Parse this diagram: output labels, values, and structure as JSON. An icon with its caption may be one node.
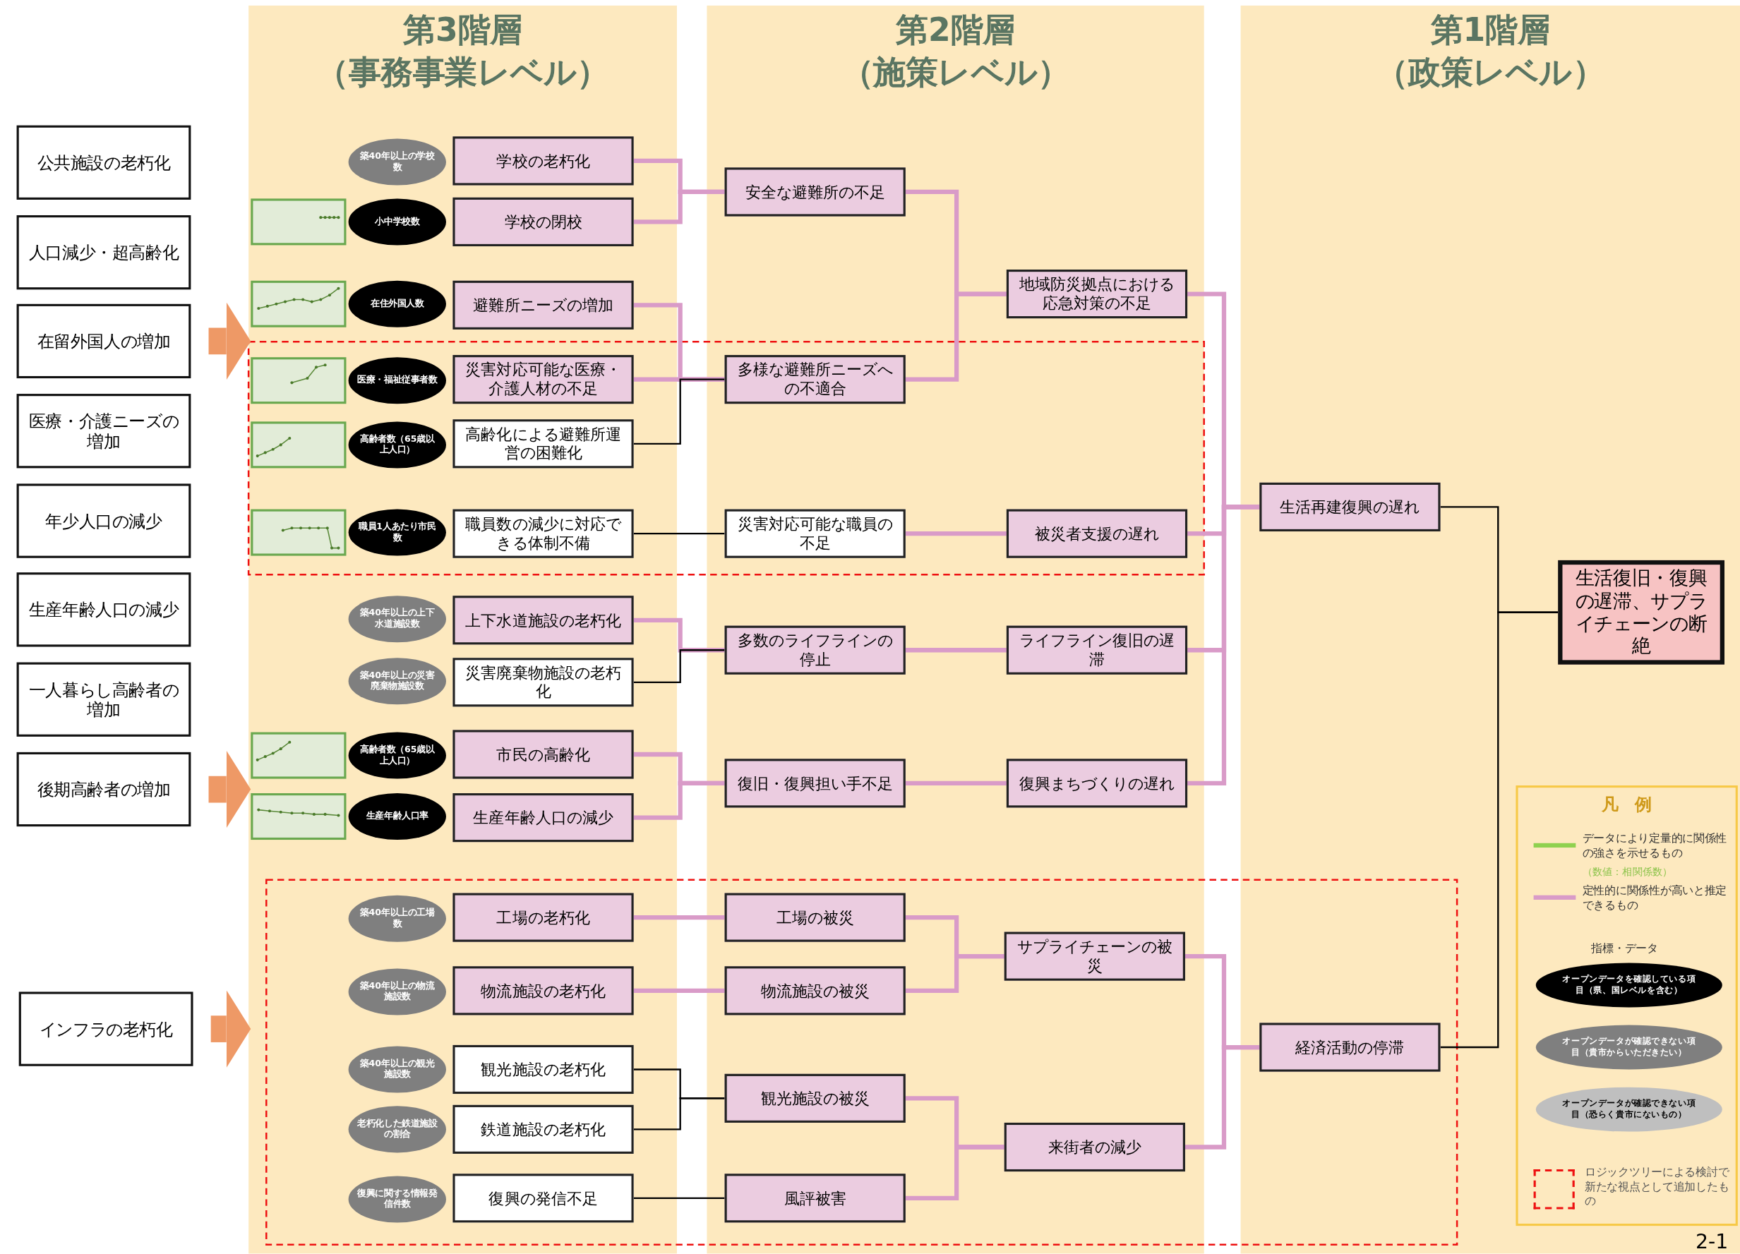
{
  "diagram": {
    "nodes": [
      {
        "text": [
          "第3階層",
          "（事務事業レベル）"
        ]
      },
      {
        "text": [
          "第2階層",
          "（施策レベル）"
        ]
      },
      {
        "text": [
          "第1階層",
          "（政策レベル）"
        ]
      },
      {
        "text": [
          "公共施設の老朽化"
        ]
      },
      {
        "text": [
          "人口減少・超高齢化"
        ]
      },
      {
        "text": [
          "在留外国人の増加"
        ]
      },
      {
        "text": [
          "医療・介護ニーズの増加"
        ]
      },
      {
        "text": [
          "年少人口の減少"
        ]
      },
      {
        "text": [
          "生産年齢人口の減少"
        ]
      },
      {
        "text": [
          "一人暮らし高齢者の増加"
        ]
      },
      {
        "text": [
          "後期高齢者の増加"
        ]
      },
      {
        "text": [
          "インフラの老朽化"
        ]
      },
      {
        "text": [
          "築40年以上の学校数"
        ],
        "in": 0
      },
      {
        "text": [
          "小中学校数"
        ],
        "in": 0
      },
      {
        "text": [
          "在住外国人数"
        ],
        "in": 0
      },
      {
        "text": [
          "医療・福祉従事者数"
        ],
        "in": 0
      },
      {
        "text": [
          "高齢者数（65歳以上人口）"
        ],
        "in": 0
      },
      {
        "text": [
          "職員1人あたり市民数"
        ],
        "in": 0
      },
      {
        "text": [
          "築40年以上の上下水道施設数"
        ],
        "in": 0
      },
      {
        "text": [
          "築40年以上の災害廃棄物施設数"
        ],
        "in": 0
      },
      {
        "text": [
          "高齢者数（65歳以上人口）"
        ],
        "in": 0
      },
      {
        "text": [
          "生産年齢人口率"
        ],
        "in": 0
      },
      {
        "text": [
          "築40年以上の工場数"
        ],
        "in": 0
      },
      {
        "text": [
          "築40年以上の物流施設数"
        ],
        "in": 0
      },
      {
        "text": [
          "築40年以上の観光施設数"
        ],
        "in": 0
      },
      {
        "text": [
          "老朽化した鉄道施設の割合"
        ],
        "in": 0
      },
      {
        "text": [
          "復興に関する情報発信件数"
        ],
        "in": 0
      },
      {
        "text": [
          "学校の老朽化"
        ],
        "in": 0
      },
      {
        "text": [
          "学校の閉校"
        ],
        "in": 0
      },
      {
        "text": [
          "避難所ニーズの増加"
        ],
        "in": 0
      },
      {
        "text": [
          "災害対応可能な医療・介護人材の不足"
        ],
        "in": 0
      },
      {
        "text": [
          "高齢化による避難所運営の困難化"
        ],
        "in": 0
      },
      {
        "text": [
          "職員数の減少に対応できる体制不備"
        ],
        "in": 0
      },
      {
        "text": [
          "上下水道施設の老朽化"
        ],
        "in": 0
      },
      {
        "text": [
          "災害廃棄物施設の老朽化"
        ],
        "in": 0
      },
      {
        "text": [
          "市民の高齢化"
        ],
        "in": 0
      },
      {
        "text": [
          "生産年齢人口の減少"
        ],
        "in": 0
      },
      {
        "text": [
          "工場の老朽化"
        ],
        "in": 0
      },
      {
        "text": [
          "物流施設の老朽化"
        ],
        "in": 0
      },
      {
        "text": [
          "観光施設の老朽化"
        ],
        "in": 0
      },
      {
        "text": [
          "鉄道施設の老朽化"
        ],
        "in": 0
      },
      {
        "text": [
          "復興の発信不足"
        ],
        "in": 0
      },
      {
        "text": [
          "安全な避難所の不足"
        ],
        "in": 1
      },
      {
        "text": [
          "多様な避難所ニーズへの不適合"
        ],
        "in": 1
      },
      {
        "text": [
          "災害対応可能な職員の不足"
        ],
        "in": 1
      },
      {
        "text": [
          "多数のライフラインの停止"
        ],
        "in": 1
      },
      {
        "text": [
          "復旧・復興担い手不足"
        ],
        "in": 1
      },
      {
        "text": [
          "工場の被災"
        ],
        "in": 1
      },
      {
        "text": [
          "物流施設の被災"
        ],
        "in": 1
      },
      {
        "text": [
          "観光施設の被災"
        ],
        "in": 1
      },
      {
        "text": [
          "風評被害"
        ],
        "in": 1
      },
      {
        "text": [
          "地域防災拠点における応急対策の不足"
        ],
        "in": 1
      },
      {
        "text": [
          "被災者支援の遅れ"
        ],
        "in": 1
      },
      {
        "text": [
          "ライフライン復旧の遅滞"
        ],
        "in": 1
      },
      {
        "text": [
          "復興まちづくりの遅れ"
        ],
        "in": 1
      },
      {
        "text": [
          "サプライチェーンの被災"
        ],
        "in": 1
      },
      {
        "text": [
          "来街者の減少"
        ],
        "in": 1
      },
      {
        "text": [
          "生活再建復興の遅れ"
        ],
        "in": 2
      },
      {
        "text": [
          "経済活動の停滞"
        ],
        "in": 2
      },
      {
        "text": [
          "生活復旧・復興の遅滞、サプライチェーンの断絶"
        ],
        "in": 2
      }
    ],
    "edges": [
      {
        "from": 5,
        "to": 0,
        "arrow": "to",
        "style": "thick",
        "color": "#ee9966"
      },
      {
        "from": 10,
        "to": 0,
        "arrow": "to",
        "style": "thick",
        "color": "#ee9966"
      },
      {
        "from": 11,
        "to": 0,
        "arrow": "to",
        "style": "thick",
        "color": "#ee9966"
      },
      {
        "from": 27,
        "to": 42,
        "arrow": "none"
      },
      {
        "from": 28,
        "to": 42,
        "arrow": "none"
      },
      {
        "from": 29,
        "to": 43,
        "arrow": "none"
      },
      {
        "from": 30,
        "to": 43,
        "arrow": "none"
      },
      {
        "from": 31,
        "to": 43,
        "arrow": "none",
        "color": "#000000"
      },
      {
        "from": 42,
        "to": 51,
        "arrow": "none"
      },
      {
        "from": 43,
        "to": 51,
        "arrow": "none"
      },
      {
        "from": 32,
        "to": 44,
        "arrow": "none",
        "color": "#000000"
      },
      {
        "from": 44,
        "to": 52,
        "arrow": "none"
      },
      {
        "from": 33,
        "to": 45,
        "arrow": "none"
      },
      {
        "from": 34,
        "to": 45,
        "arrow": "none",
        "color": "#000000"
      },
      {
        "from": 45,
        "to": 53,
        "arrow": "none"
      },
      {
        "from": 35,
        "to": 46,
        "arrow": "none"
      },
      {
        "from": 36,
        "to": 46,
        "arrow": "none"
      },
      {
        "from": 46,
        "to": 54,
        "arrow": "none"
      },
      {
        "from": 51,
        "to": 57,
        "arrow": "none"
      },
      {
        "from": 52,
        "to": 57,
        "arrow": "none"
      },
      {
        "from": 53,
        "to": 57,
        "arrow": "none"
      },
      {
        "from": 54,
        "to": 57,
        "arrow": "none"
      },
      {
        "from": 37,
        "to": 47,
        "arrow": "none"
      },
      {
        "from": 38,
        "to": 48,
        "arrow": "none"
      },
      {
        "from": 47,
        "to": 55,
        "arrow": "none"
      },
      {
        "from": 48,
        "to": 55,
        "arrow": "none"
      },
      {
        "from": 39,
        "to": 49,
        "arrow": "none",
        "color": "#000000"
      },
      {
        "from": 40,
        "to": 49,
        "arrow": "none",
        "color": "#000000"
      },
      {
        "from": 41,
        "to": 50,
        "arrow": "none",
        "color": "#000000"
      },
      {
        "from": 49,
        "to": 56,
        "arrow": "none"
      },
      {
        "from": 50,
        "to": 56,
        "arrow": "none"
      },
      {
        "from": 55,
        "to": 58,
        "arrow": "none"
      },
      {
        "from": 56,
        "to": 58,
        "arrow": "none"
      },
      {
        "from": 57,
        "to": 59,
        "arrow": "none",
        "color": "#000000"
      },
      {
        "from": 58,
        "to": 59,
        "arrow": "none",
        "color": "#000000"
      }
    ],
    "labels": [
      "凡　例",
      "（数値：相関係数）",
      "指標・データ",
      "2-1"
    ],
    "legend": [
      {
        "text": "データにより定量的に関係性の強さを示せるもの"
      },
      {
        "text": "定性的に関係性が高いと推定できるもの"
      },
      {
        "text": "オープンデータを確認している項目（県、国レベルを含む）"
      },
      {
        "text": "オープンデータが確認できない項目（貴市からいただきたい）"
      },
      {
        "text": "オープンデータが確認できない項目（恐らく貴市にないもの）"
      },
      {
        "text": "ロジックツリーによる検討で新たな視点として追加したもの"
      }
    ]
  }
}
